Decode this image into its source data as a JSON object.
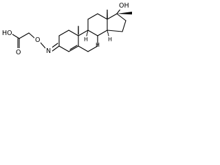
{
  "structure": {
    "atom_labels": {
      "o_hydroxyl": "OH",
      "o_carbonyl": "O",
      "o_acid": "HO",
      "o_ether": "O",
      "n_oxime": "N"
    },
    "stereo_labels": {
      "h_c9": "H",
      "h_c8": "H",
      "h_c14": "H"
    }
  }
}
